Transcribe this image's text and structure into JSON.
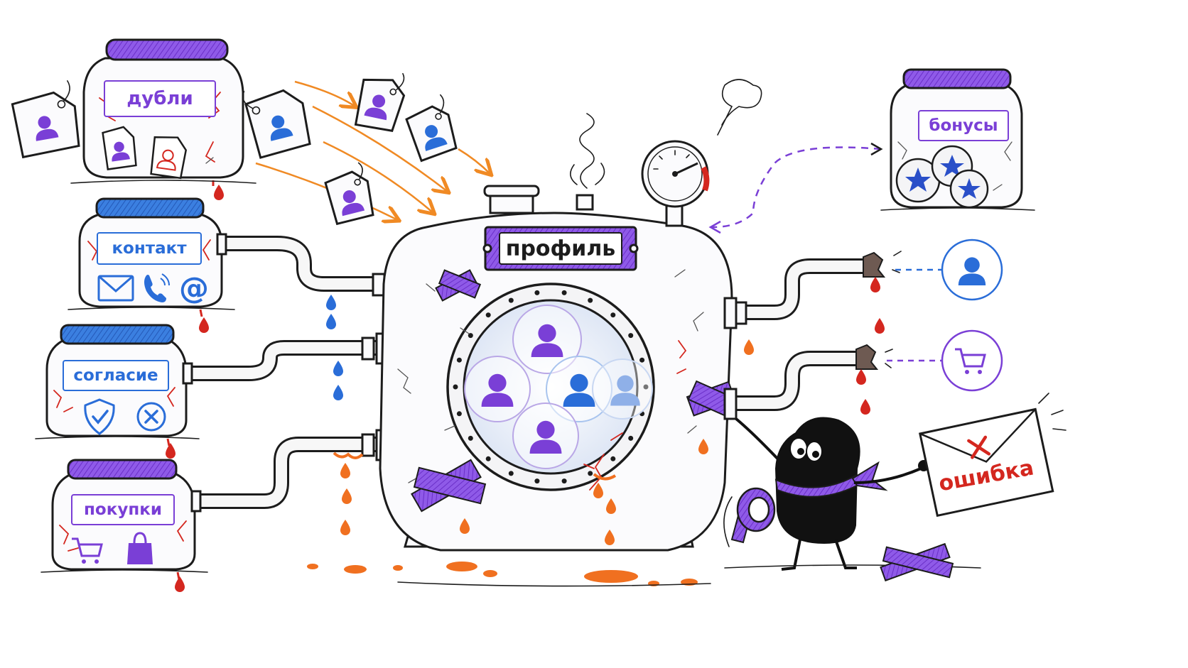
{
  "jars": {
    "dubli": {
      "label": "дубли"
    },
    "kontakt": {
      "label": "контакт"
    },
    "soglasie": {
      "label": "согласие"
    },
    "pokupki": {
      "label": "покупки"
    },
    "bonusy": {
      "label": "бонусы"
    }
  },
  "tank": {
    "plate": "профиль"
  },
  "letter": {
    "text": "ошибка"
  },
  "colors": {
    "purple": "#7a3fd6",
    "blue": "#2a6dd8",
    "red": "#d4271f",
    "orange": "#f07020",
    "ink": "#1c1c1c"
  },
  "icons": [
    "person-tag-icon",
    "envelope-icon",
    "phone-icon",
    "at-sign-icon",
    "shield-check-icon",
    "x-circle-icon",
    "cart-icon",
    "shopping-bag-icon",
    "star-coin-icon",
    "pressure-gauge-icon",
    "person-circle-icon",
    "tape-roll-icon"
  ]
}
